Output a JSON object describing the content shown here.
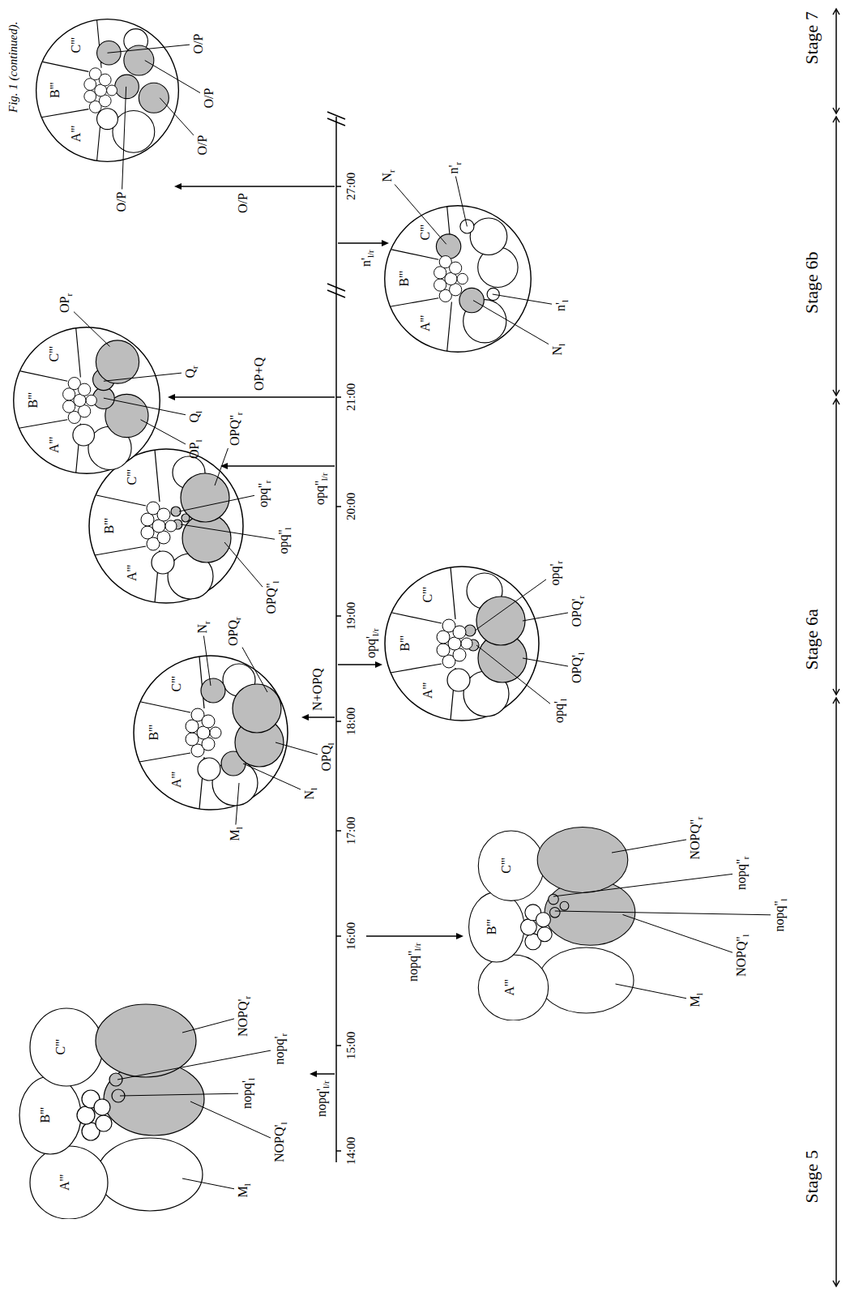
{
  "diagram": {
    "caption": "Fig. 1 (continued).",
    "nodes": [
      {
        "text": [
          "A'''",
          "B'''",
          "C'''"
        ]
      },
      {
        "text": [
          "A'''",
          "B'''",
          "C'''"
        ]
      },
      {
        "text": [
          "A'''",
          "B'''",
          "C'''"
        ]
      },
      {
        "text": [
          "A'''",
          "B'''",
          "C'''"
        ]
      },
      {
        "text": [
          "A'''",
          "B'''",
          "C'''"
        ]
      },
      {
        "text": [
          "A'''",
          "B'''",
          "C'''"
        ]
      },
      {
        "text": [
          "A'''",
          "B'''",
          "C'''"
        ]
      },
      {
        "text": [
          "A'''",
          "B'''",
          "C'''"
        ]
      }
    ],
    "labels": [
      "14:00",
      "15:00",
      "16:00",
      "17:00",
      "18:00",
      "19:00",
      "20:00",
      "21:00",
      "27:00",
      "nopq'l/r",
      "nopq''l/r",
      "N+OPQ",
      "opq'l/r",
      "opq''l/r",
      "OP+Q",
      "n'l/r",
      "O/P",
      "Stage 5",
      "Stage 6a",
      "Stage 6b",
      "Stage 7",
      "Ml",
      "NOPQ'l",
      "nopq'l",
      "nopq'r",
      "NOPQ'r",
      "Ml",
      "NOPQ''l",
      "nopq''l",
      "nopq''r",
      "NOPQ''r",
      "Ml",
      "Nl",
      "OPQl",
      "Nr",
      "OPQr",
      "opq'l",
      "OPQ'l",
      "OPQ'r",
      "opq'r",
      "OPQ''l",
      "opq''l",
      "opq''r",
      "OPQ''r",
      "OPl",
      "Ql",
      "Qr",
      "OPr",
      "Nl",
      "n'l",
      "Nr",
      "n'r",
      "O/P",
      "O/P",
      "O/P",
      "O/P"
    ]
  }
}
